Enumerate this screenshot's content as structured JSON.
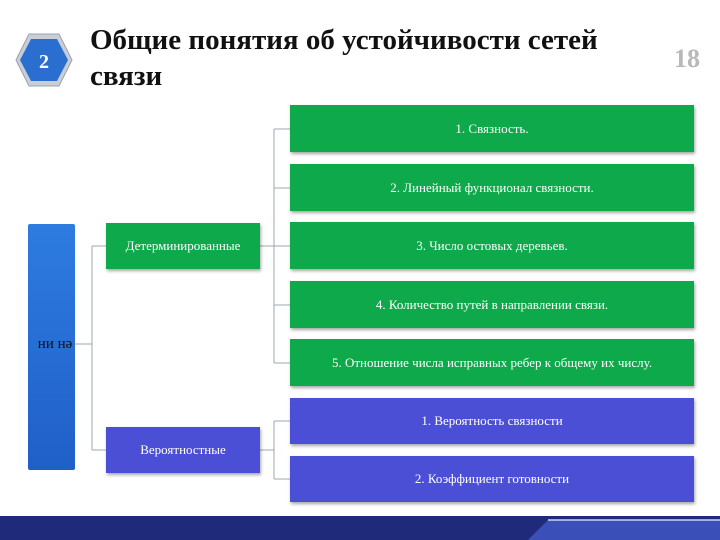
{
  "badge": {
    "number": "2"
  },
  "title": "Общие понятия об устойчивости сетей связи",
  "page_number": "18",
  "root": {
    "label": "ен ин"
  },
  "branches": [
    {
      "label": "Детерминированные",
      "color": "#0da94b",
      "items": [
        "1. Связность.",
        "2. Линейный функционал связности.",
        "3. Число остовых деревьев.",
        "4. Количество путей в направлении связи.",
        "5. Отношение числа исправных ребер к общему их числу."
      ]
    },
    {
      "label": "Вероятностные",
      "color": "#4b4fd6",
      "items": [
        "1. Вероятность связности",
        "2. Коэффициент готовности"
      ]
    }
  ],
  "footer": {
    "color_main": "#1f2a7a",
    "color_accent": "#3a4fb8"
  }
}
